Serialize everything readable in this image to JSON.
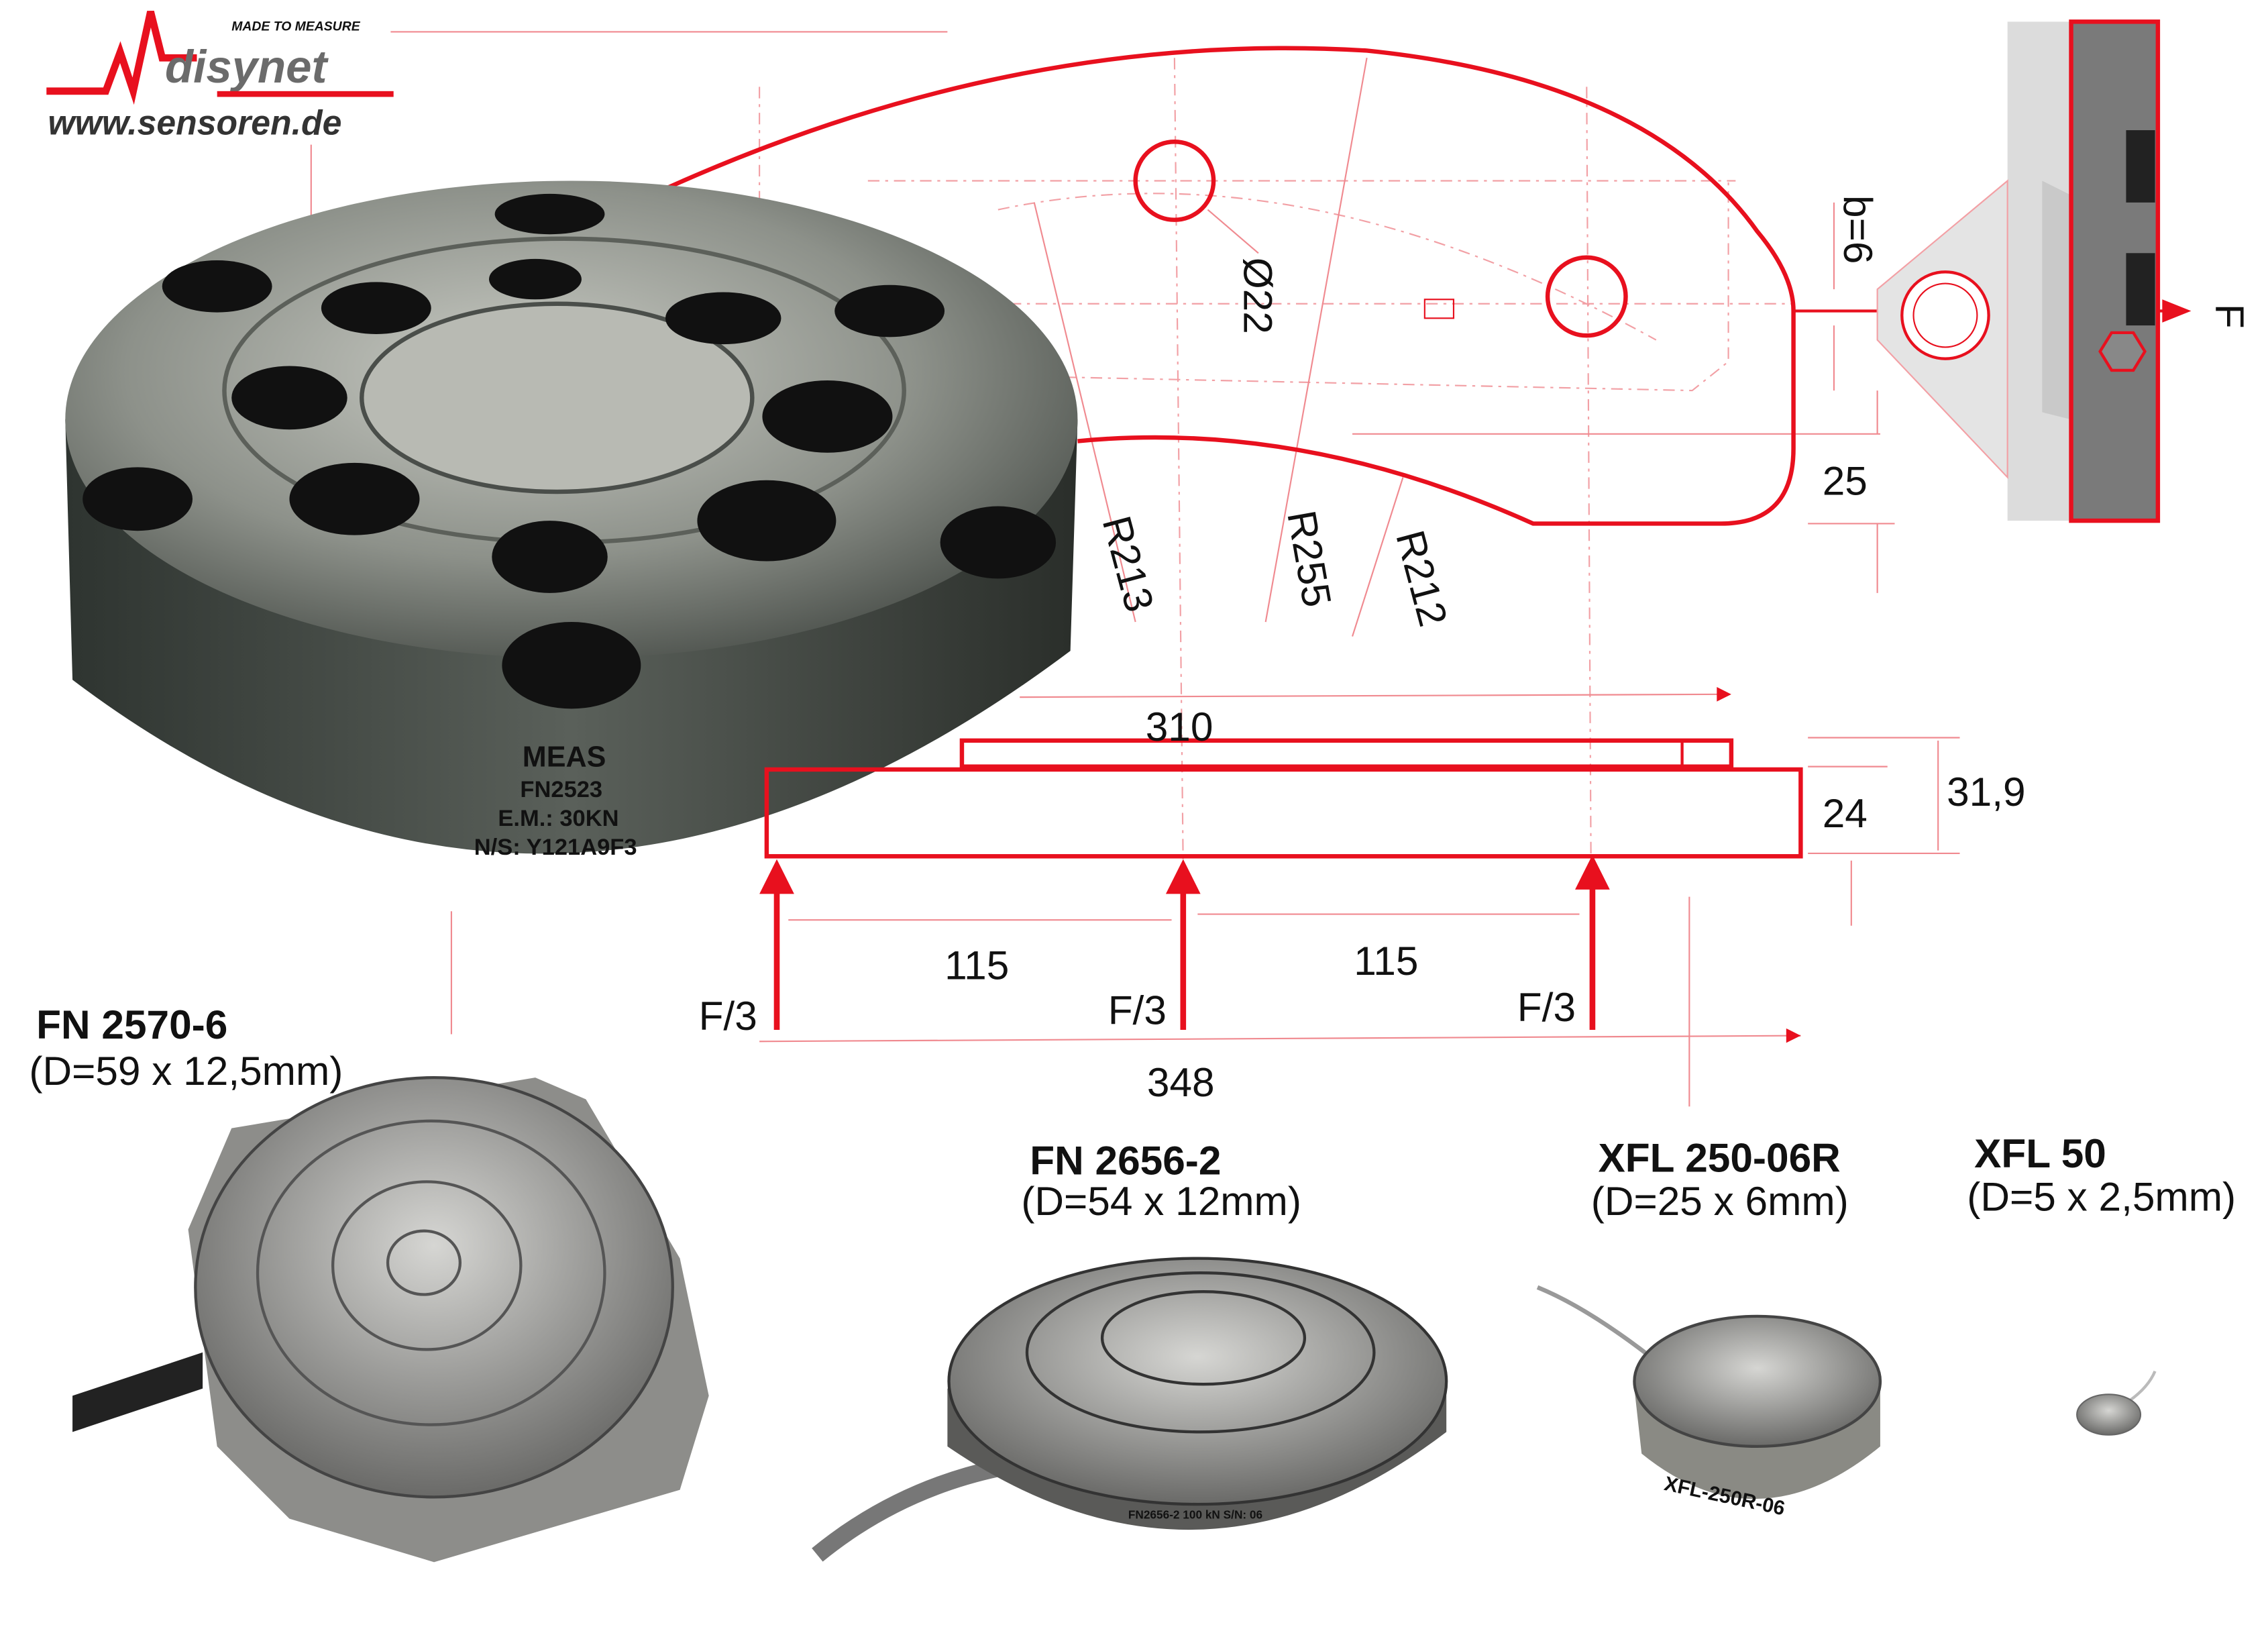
{
  "logo": {
    "tagline": "MADE TO MEASURE",
    "brand": "disynet",
    "url": "www.sensoren.de"
  },
  "main_sensor_marking": [
    "MEAS",
    "FN2523",
    "E.M.: 30KN",
    "N/S: Y121A9F3"
  ],
  "dimensions": {
    "hole_diameter": "Ø22",
    "b": "b=6",
    "force": "F",
    "thickness_25": "25",
    "r213": "R213",
    "r255": "R255",
    "r212": "R212",
    "length_310": "310",
    "height_24": "24",
    "height_31_9": "31,9",
    "span_left": "115",
    "span_right": "115",
    "total_348": "348",
    "load_left": "F/3",
    "load_mid": "F/3",
    "load_right": "F/3"
  },
  "products": [
    {
      "name": "FN 2570-6",
      "size": "(D=59 x 12,5mm)"
    },
    {
      "name": "FN 2656-2",
      "size": "(D=54 x 12mm)",
      "marking": "FN2656-2 100 kN S/N: 06"
    },
    {
      "name": "XFL 250-06R",
      "size": "(D=25 x 6mm)",
      "marking": "XFL-250R-06"
    },
    {
      "name": "XFL 50",
      "size": "(D=5 x 2,5mm)"
    }
  ],
  "colors": {
    "accent": "#e8101e",
    "logo_grey": "#6b6b6b"
  }
}
